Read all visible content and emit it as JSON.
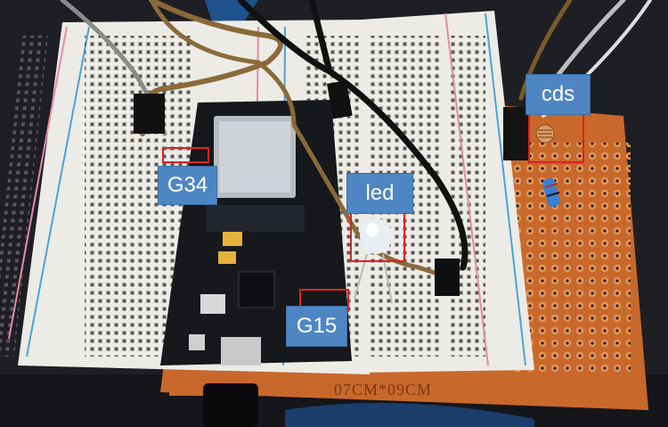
{
  "labels": {
    "g34": "G34",
    "led": "led",
    "cds": "cds",
    "g15": "G15"
  },
  "pcb_text": "07CM*09CM",
  "colors": {
    "label_bg": "#4e86c4",
    "highlight": "#e02020",
    "breadboard": "#ecebe6",
    "pcb": "#c9682b",
    "esp32_board": "#16181c"
  }
}
